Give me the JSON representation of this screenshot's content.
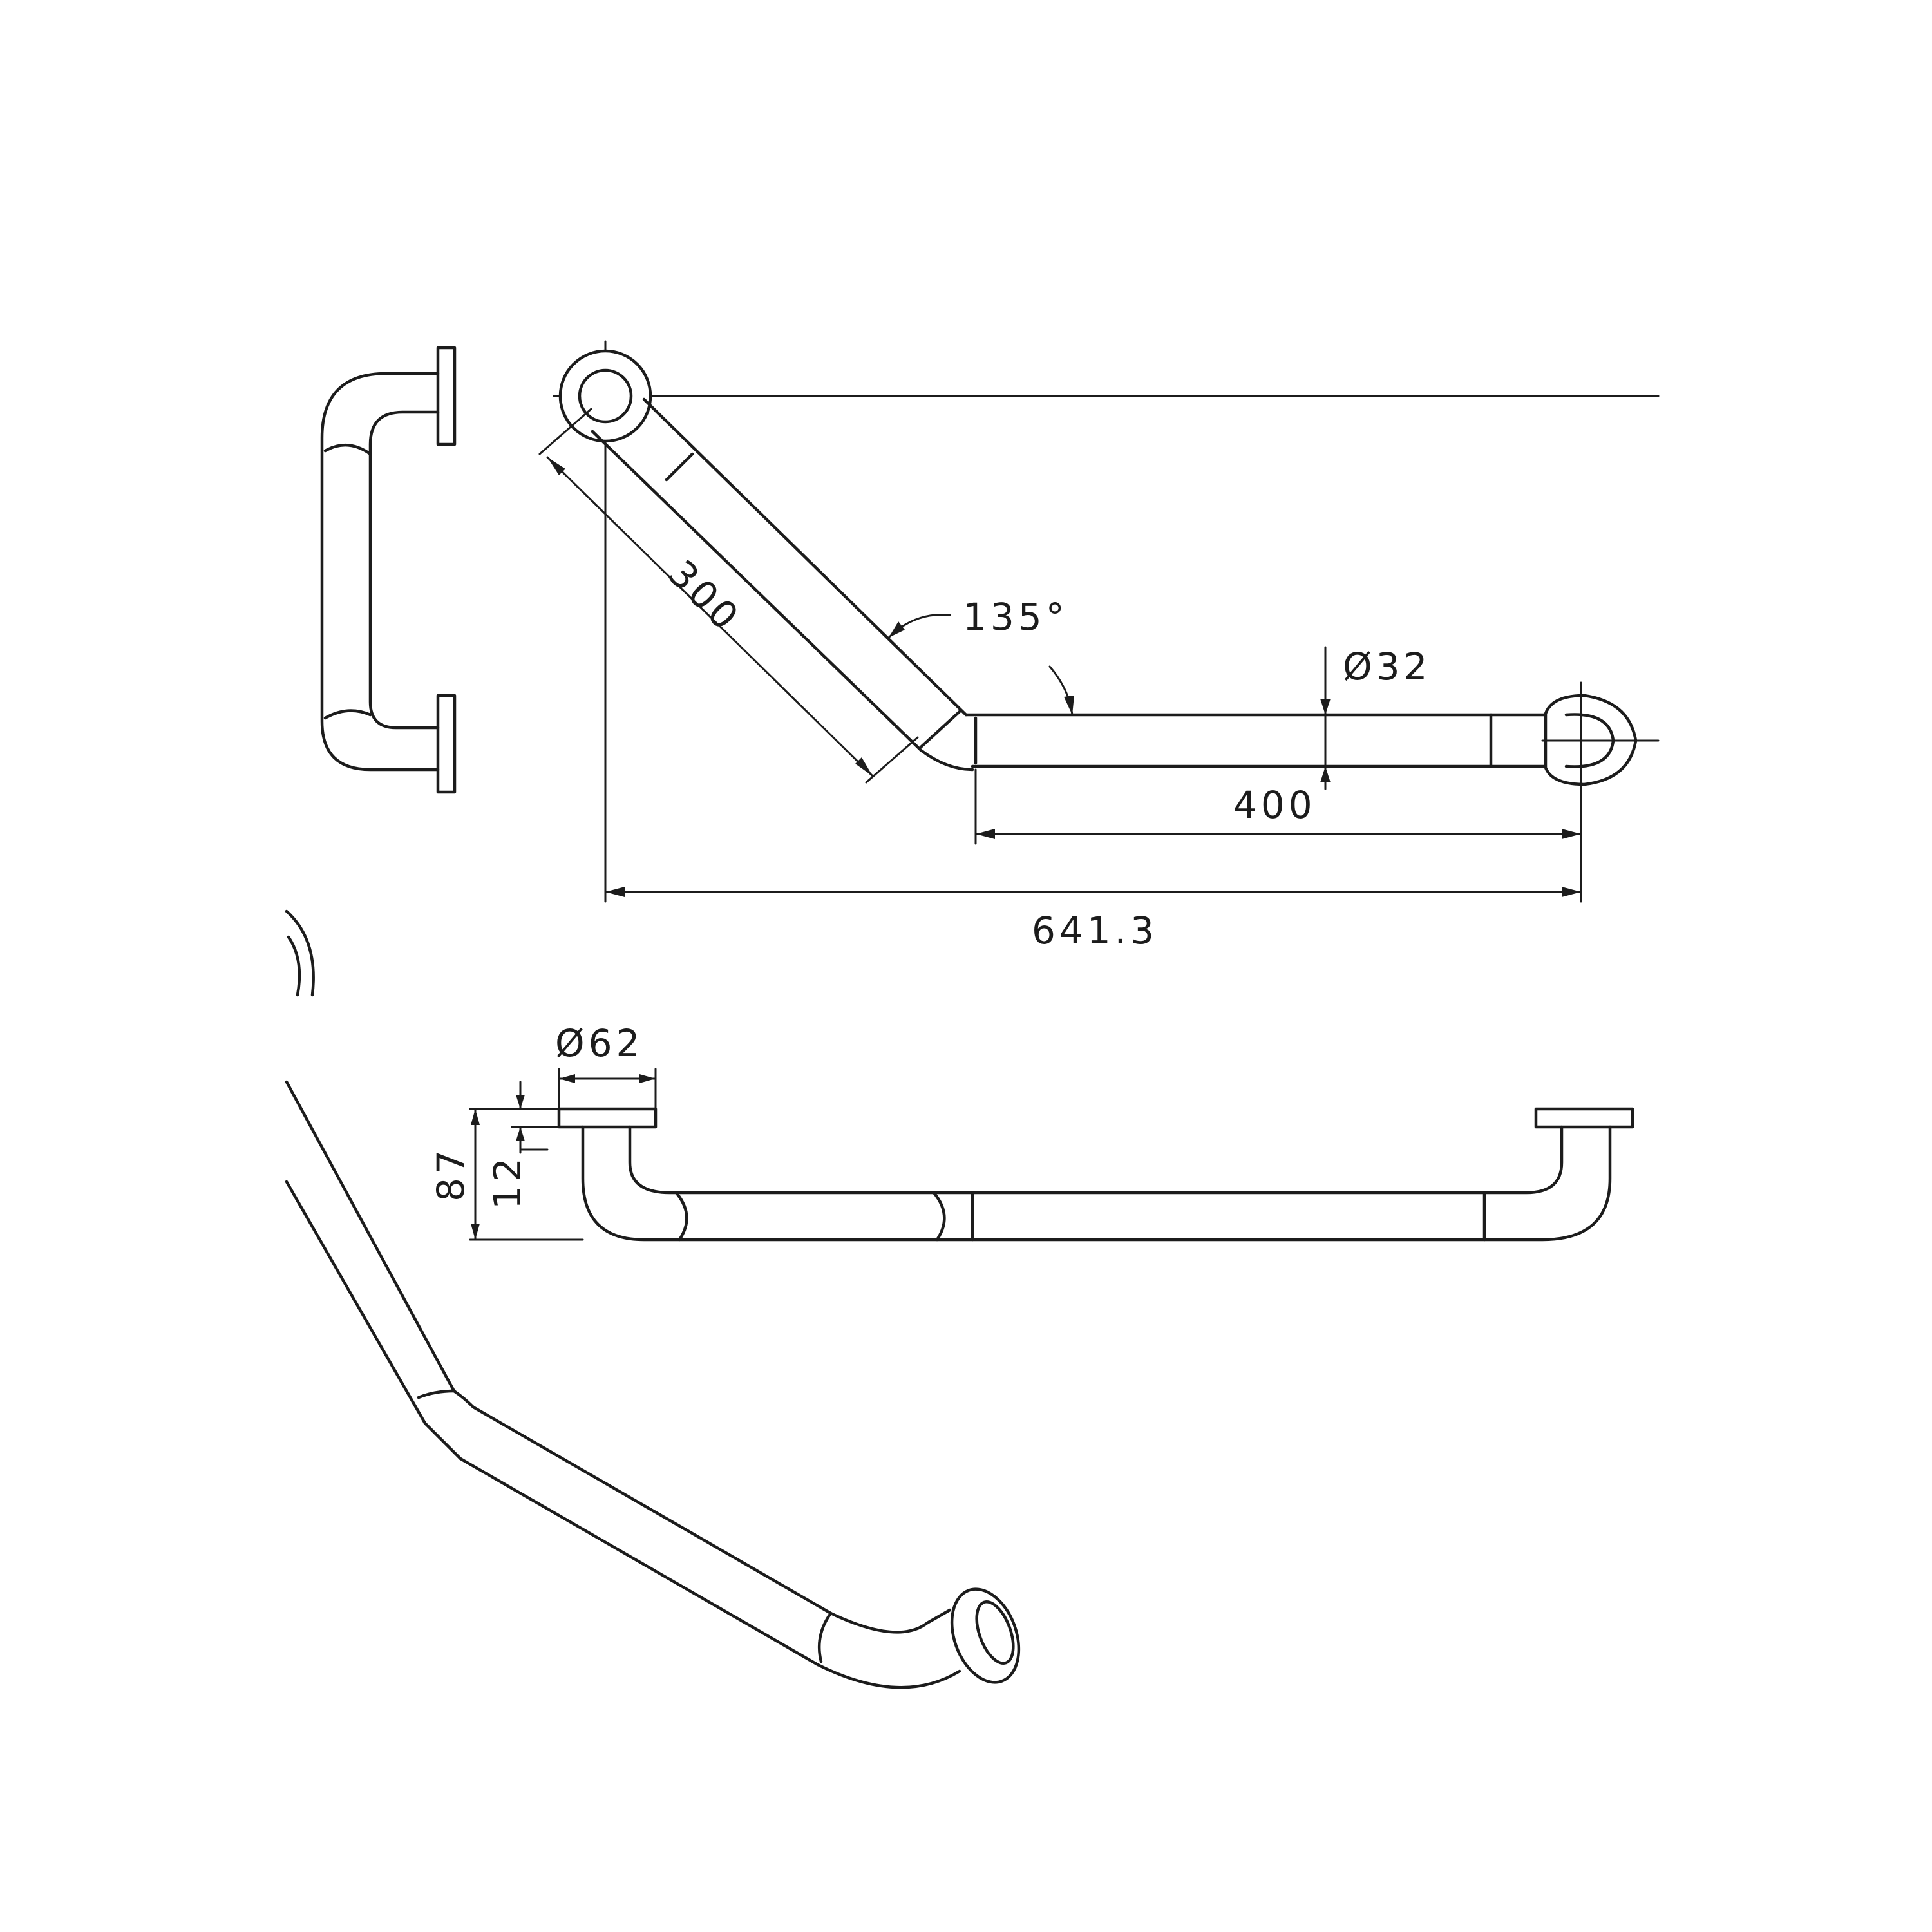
{
  "dimensions": {
    "arm_length": "300",
    "angle": "135°",
    "tube_diameter": "Ø32",
    "straight_length": "400",
    "overall_length": "641.3",
    "flange_diameter": "Ø62",
    "projection": "87",
    "flange_thickness": "12"
  },
  "colors": {
    "line": "#1c1c1c",
    "background": "#ffffff"
  }
}
